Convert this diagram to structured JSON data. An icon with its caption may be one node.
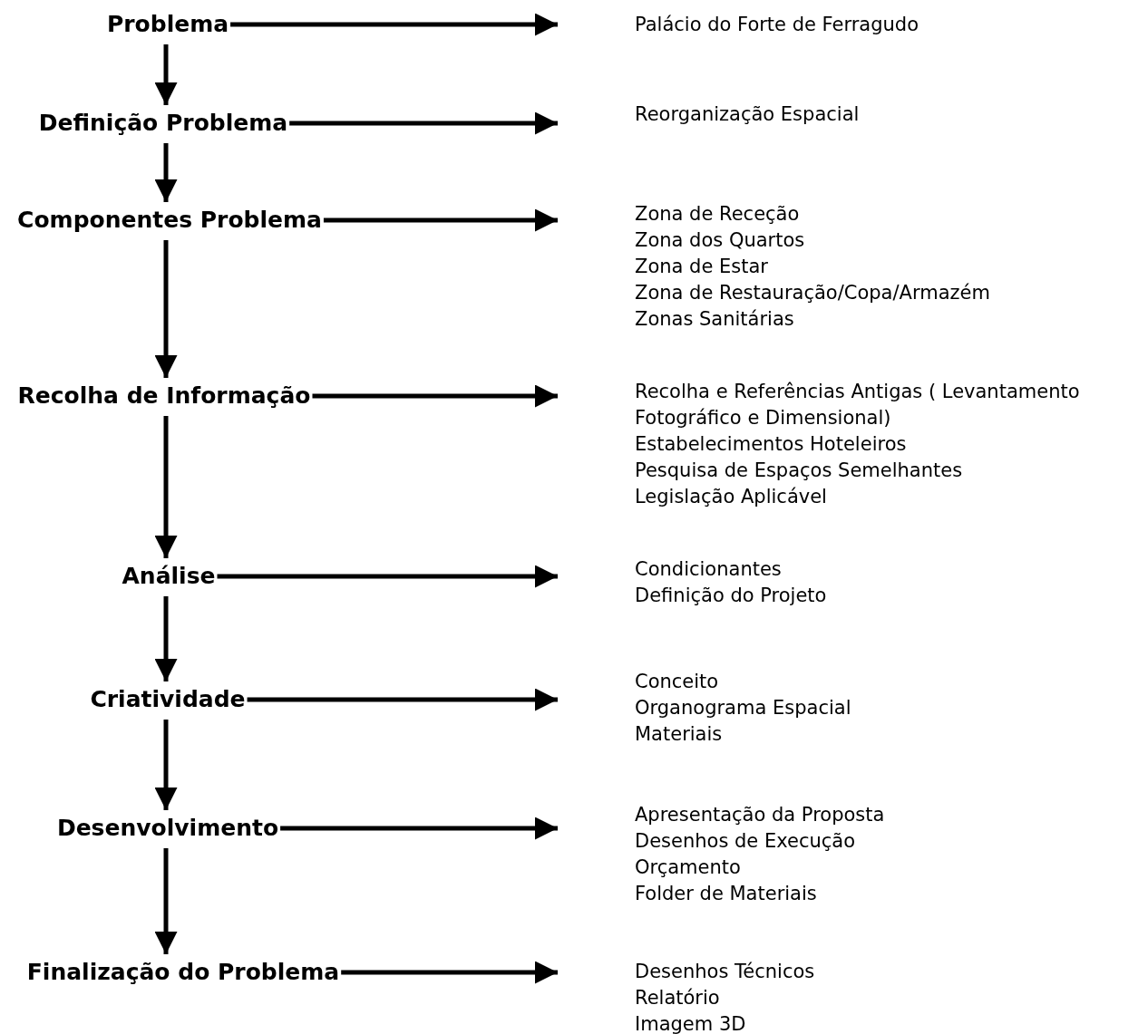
{
  "diagram": {
    "nodes": [
      {
        "text": [
          "Problema"
        ]
      },
      {
        "text": [
          "Definição Problema"
        ]
      },
      {
        "text": [
          "Componentes Problema"
        ]
      },
      {
        "text": [
          "Recolha de Informação"
        ]
      },
      {
        "text": [
          "Análise"
        ]
      },
      {
        "text": [
          "Criatividade"
        ]
      },
      {
        "text": [
          "Desenvolvimento"
        ]
      },
      {
        "text": [
          "Finalização do Problema"
        ]
      },
      {
        "text": [
          "Palácio do Forte de Ferragudo"
        ]
      },
      {
        "text": [
          "Reorganização Espacial"
        ]
      },
      {
        "text": [
          "Zona de Receção",
          "Zona dos Quartos",
          "Zona de Estar",
          "Zona de Restauração/Copa/Armazém",
          "Zonas Sanitárias"
        ]
      },
      {
        "text": [
          "Recolha e Referências Antigas ( Levantamento Fotográfico e Dimensional)",
          "Estabelecimentos Hoteleiros",
          "Pesquisa de Espaços Semelhantes",
          "Legislação Aplicável"
        ]
      },
      {
        "text": [
          "Condicionantes",
          "Definição do Projeto"
        ]
      },
      {
        "text": [
          "Conceito",
          "Organograma Espacial",
          "Materiais"
        ]
      },
      {
        "text": [
          "Apresentação da Proposta",
          "Desenhos de Execução",
          "Orçamento",
          "Folder de Materiais"
        ]
      },
      {
        "text": [
          "Desenhos Técnicos",
          "Relatório",
          "Imagem 3D"
        ]
      }
    ],
    "edges": [
      {
        "from": 0,
        "to": 1,
        "arrow": "to"
      },
      {
        "from": 1,
        "to": 2,
        "arrow": "to"
      },
      {
        "from": 2,
        "to": 3,
        "arrow": "to"
      },
      {
        "from": 3,
        "to": 4,
        "arrow": "to"
      },
      {
        "from": 4,
        "to": 5,
        "arrow": "to"
      },
      {
        "from": 5,
        "to": 6,
        "arrow": "to"
      },
      {
        "from": 6,
        "to": 7,
        "arrow": "to"
      },
      {
        "from": 0,
        "to": 8,
        "arrow": "to"
      },
      {
        "from": 1,
        "to": 9,
        "arrow": "to"
      },
      {
        "from": 2,
        "to": 10,
        "arrow": "to"
      },
      {
        "from": 3,
        "to": 11,
        "arrow": "to"
      },
      {
        "from": 4,
        "to": 12,
        "arrow": "to"
      },
      {
        "from": 5,
        "to": 13,
        "arrow": "to"
      },
      {
        "from": 6,
        "to": 14,
        "arrow": "to"
      },
      {
        "from": 7,
        "to": 15,
        "arrow": "to"
      }
    ]
  }
}
